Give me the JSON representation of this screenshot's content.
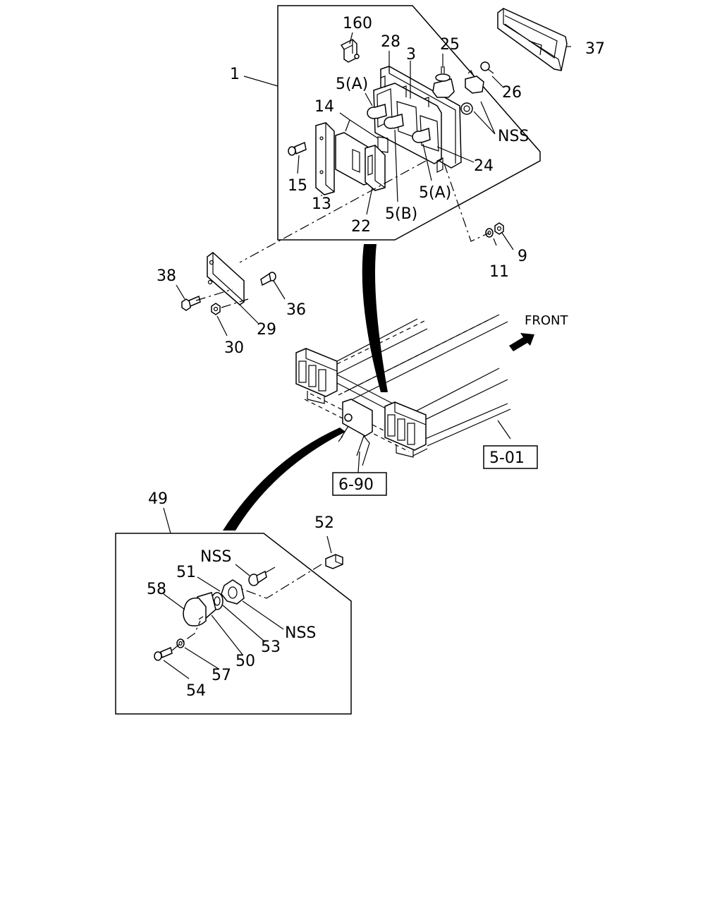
{
  "labels": {
    "l1": "1",
    "l160": "160",
    "l28": "28",
    "l3": "3",
    "l25": "25",
    "l37": "37",
    "l26": "26",
    "l5a_top": "5(A)",
    "l14": "14",
    "lnss_top": "NSS",
    "l24": "24",
    "l15": "15",
    "l13": "13",
    "l22": "22",
    "l5b": "5(B)",
    "l5a_bot": "5(A)",
    "l9": "9",
    "l11": "11",
    "l38": "38",
    "l36": "36",
    "l29": "29",
    "l30": "30",
    "front": "FRONT",
    "ref501": "5-01",
    "ref690": "6-90",
    "l49": "49",
    "l52": "52",
    "lnss_a": "NSS",
    "l51": "51",
    "l58": "58",
    "lnss_b": "NSS",
    "l53": "53",
    "l50": "50",
    "l57": "57",
    "l54": "54"
  }
}
